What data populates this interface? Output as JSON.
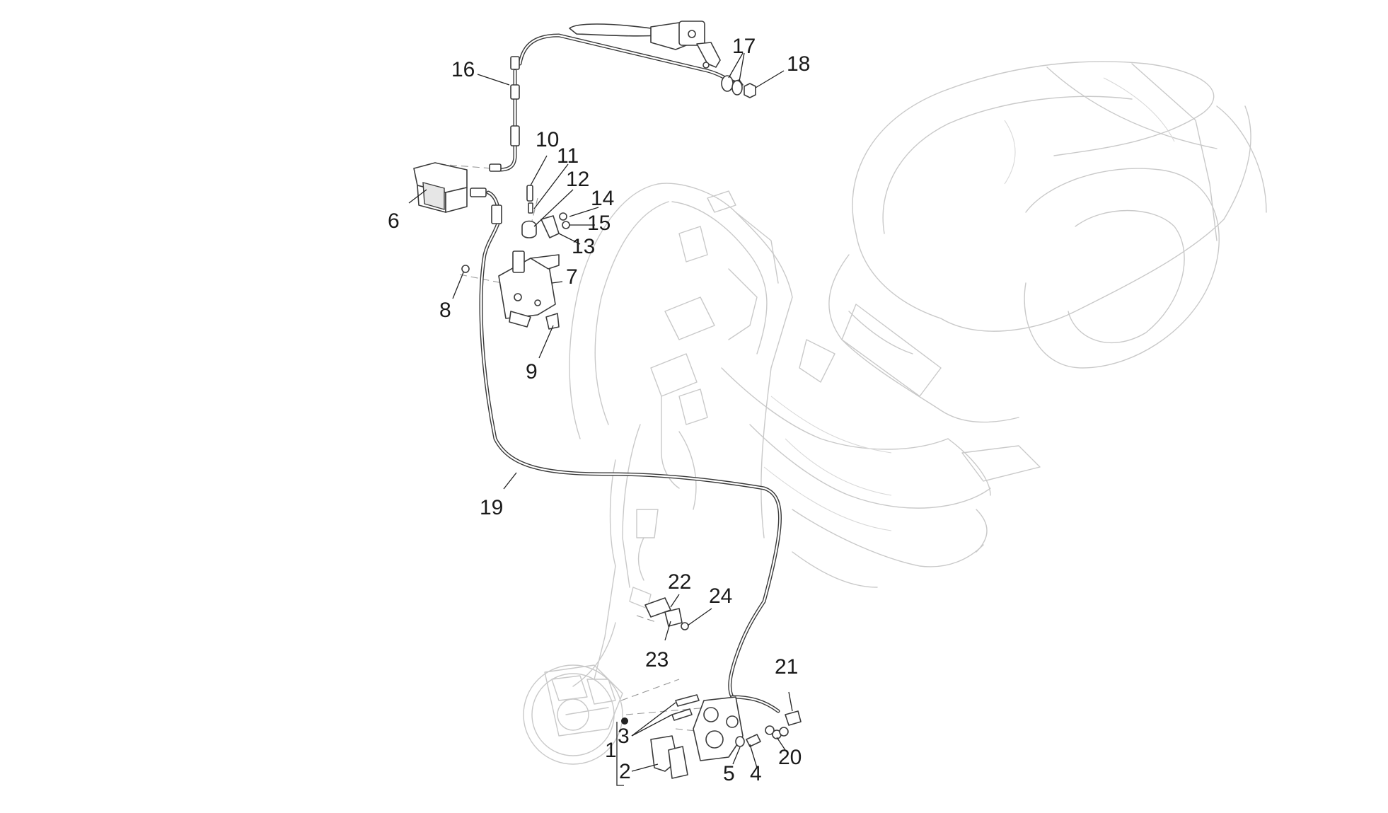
{
  "diagram": {
    "callouts": [
      {
        "label": "1"
      },
      {
        "label": "2"
      },
      {
        "label": "3"
      },
      {
        "label": "4"
      },
      {
        "label": "5"
      },
      {
        "label": "6"
      },
      {
        "label": "7"
      },
      {
        "label": "8"
      },
      {
        "label": "9"
      },
      {
        "label": "10"
      },
      {
        "label": "11"
      },
      {
        "label": "12"
      },
      {
        "label": "13"
      },
      {
        "label": "14"
      },
      {
        "label": "15"
      },
      {
        "label": "16"
      },
      {
        "label": "17"
      },
      {
        "label": "18"
      },
      {
        "label": "19"
      },
      {
        "label": "20"
      },
      {
        "label": "21"
      },
      {
        "label": "22"
      },
      {
        "label": "23"
      },
      {
        "label": "24"
      }
    ],
    "colors": {
      "line": "#3a3a3a",
      "ghost": "#c9c9c9",
      "background": "#ffffff"
    }
  }
}
